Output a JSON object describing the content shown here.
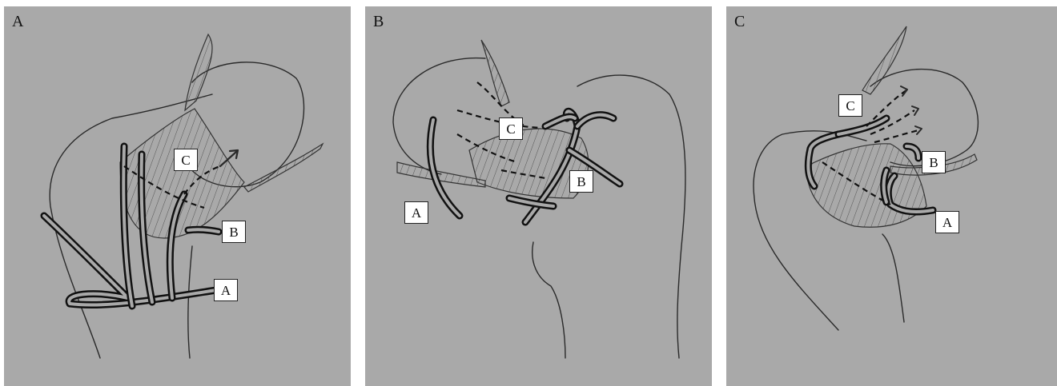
{
  "panels": [
    {
      "letter": "A",
      "labels": [
        "A",
        "B",
        "C"
      ]
    },
    {
      "letter": "B",
      "labels": [
        "A",
        "B",
        "C"
      ]
    },
    {
      "letter": "C",
      "labels": [
        "A",
        "B",
        "C"
      ]
    }
  ]
}
